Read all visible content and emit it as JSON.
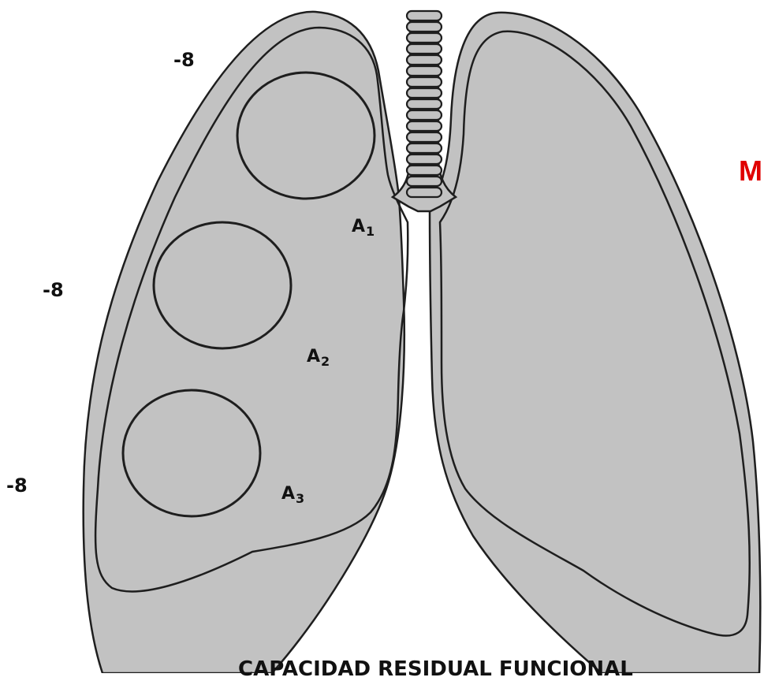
{
  "labels": {
    "pressure_top": "-8",
    "pressure_middle": "-8",
    "pressure_bottom": "-8",
    "side_label": "M",
    "bottom_caption": "CAPACIDAD RESIDUAL FUNCIONAL"
  },
  "alveoli": [
    {
      "letter": "A",
      "sub": "1"
    },
    {
      "letter": "A",
      "sub": "2"
    },
    {
      "letter": "A",
      "sub": "3"
    }
  ],
  "colors": {
    "lung_fill": "#c2c2c2",
    "outline": "#1e1e1e",
    "side_label": "#e00000",
    "background": "#ffffff"
  }
}
